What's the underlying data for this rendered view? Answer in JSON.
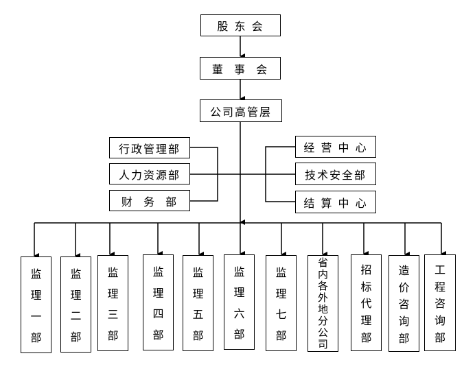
{
  "top_chain": [
    {
      "id": "shareholders",
      "label": "股 东 会"
    },
    {
      "id": "board",
      "label": "董  事  会"
    },
    {
      "id": "management",
      "label": "公司高管层"
    }
  ],
  "left_branch": [
    {
      "id": "admin",
      "label": "行政管理部"
    },
    {
      "id": "hr",
      "label": "人力资源部"
    },
    {
      "id": "finance",
      "label": "财  务  部"
    }
  ],
  "right_branch": [
    {
      "id": "business-center",
      "label": "经 营 中 心"
    },
    {
      "id": "tech-safety",
      "label": "技术安全部"
    },
    {
      "id": "settlement-center",
      "label": "结 算 中 心"
    }
  ],
  "bottom_units": [
    {
      "id": "supervision-1",
      "chars": [
        "监",
        "理",
        "一",
        "部"
      ]
    },
    {
      "id": "supervision-2",
      "chars": [
        "监",
        "理",
        "二",
        "部"
      ]
    },
    {
      "id": "supervision-3",
      "chars": [
        "监",
        "理",
        "三",
        "部"
      ]
    },
    {
      "id": "supervision-4",
      "chars": [
        "监",
        "理",
        "四",
        "部"
      ]
    },
    {
      "id": "supervision-5",
      "chars": [
        "监",
        "理",
        "五",
        "部"
      ]
    },
    {
      "id": "supervision-6",
      "chars": [
        "监",
        "理",
        "六",
        "部"
      ]
    },
    {
      "id": "supervision-7",
      "chars": [
        "监",
        "理",
        "七",
        "部"
      ]
    },
    {
      "id": "provincial-branches",
      "chars": [
        "省",
        "内",
        "各",
        "外",
        "地",
        "分",
        "公",
        "司"
      ]
    },
    {
      "id": "bidding-agency",
      "chars": [
        "招",
        "标",
        "代",
        "理",
        "部"
      ]
    },
    {
      "id": "cost-consulting",
      "chars": [
        "造",
        "价",
        "咨",
        "询",
        "部"
      ]
    },
    {
      "id": "engineering-consulting",
      "chars": [
        "工",
        "程",
        "咨",
        "询",
        "部"
      ]
    }
  ],
  "colors": {
    "line": "#000000",
    "box_fill": "#ffffff",
    "text": "#000000"
  }
}
